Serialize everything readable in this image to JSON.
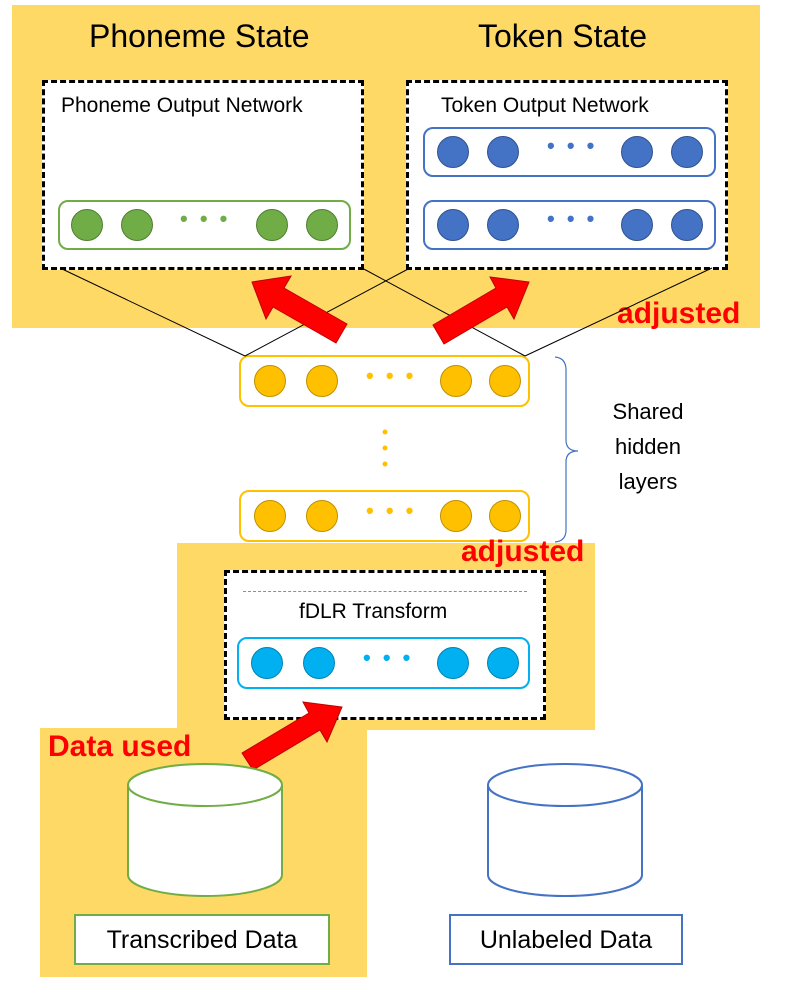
{
  "phoneme_panel": {
    "title": "Phoneme State"
  },
  "token_panel": {
    "title": "Token State"
  },
  "adjusted_top": "adjusted",
  "adjusted_mid": "adjusted",
  "phoneme_output": {
    "label": "Phoneme Output Network"
  },
  "token_output": {
    "label": "Token Output Network"
  },
  "shared_layers_label": "Shared\nhidden\nlayers",
  "fdlr": {
    "label": "fDLR Transform"
  },
  "data_used": "Data used",
  "transcribed": {
    "label": "Transcribed Data"
  },
  "unlabeled": {
    "label": "Unlabeled Data"
  },
  "colors": {
    "panel": "#FFD966",
    "red": "#FF0000",
    "green_node": "#70AD47",
    "blue_node": "#4472C4",
    "yellow_node": "#FFC000",
    "cyan_node": "#00B0F0"
  }
}
